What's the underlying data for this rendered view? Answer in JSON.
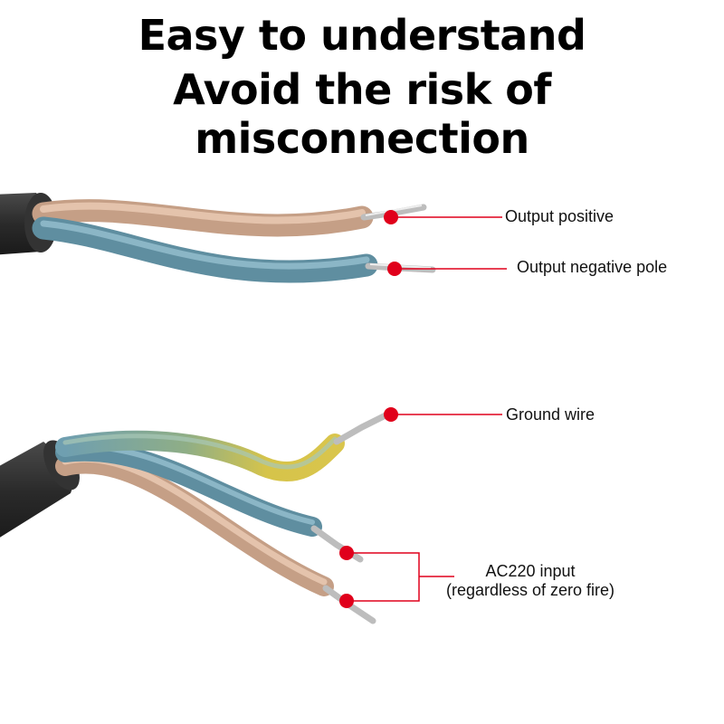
{
  "headline": {
    "line1": "Easy to understand",
    "line2": "Avoid the risk of misconnection"
  },
  "labels": {
    "output_positive": "Output positive",
    "output_negative": "Output negative pole",
    "ground_wire": "Ground wire",
    "ac_input_line1": "AC220 input",
    "ac_input_line2": "(regardless of zero fire)"
  },
  "colors": {
    "callout": "#e0001b",
    "jacket": "#2b2b2b",
    "tan_wire": "#d9b39a",
    "blue_wire": "#6f9fb0",
    "yellow_wire": "#d6c44a",
    "copper": "#c7c7c7"
  }
}
